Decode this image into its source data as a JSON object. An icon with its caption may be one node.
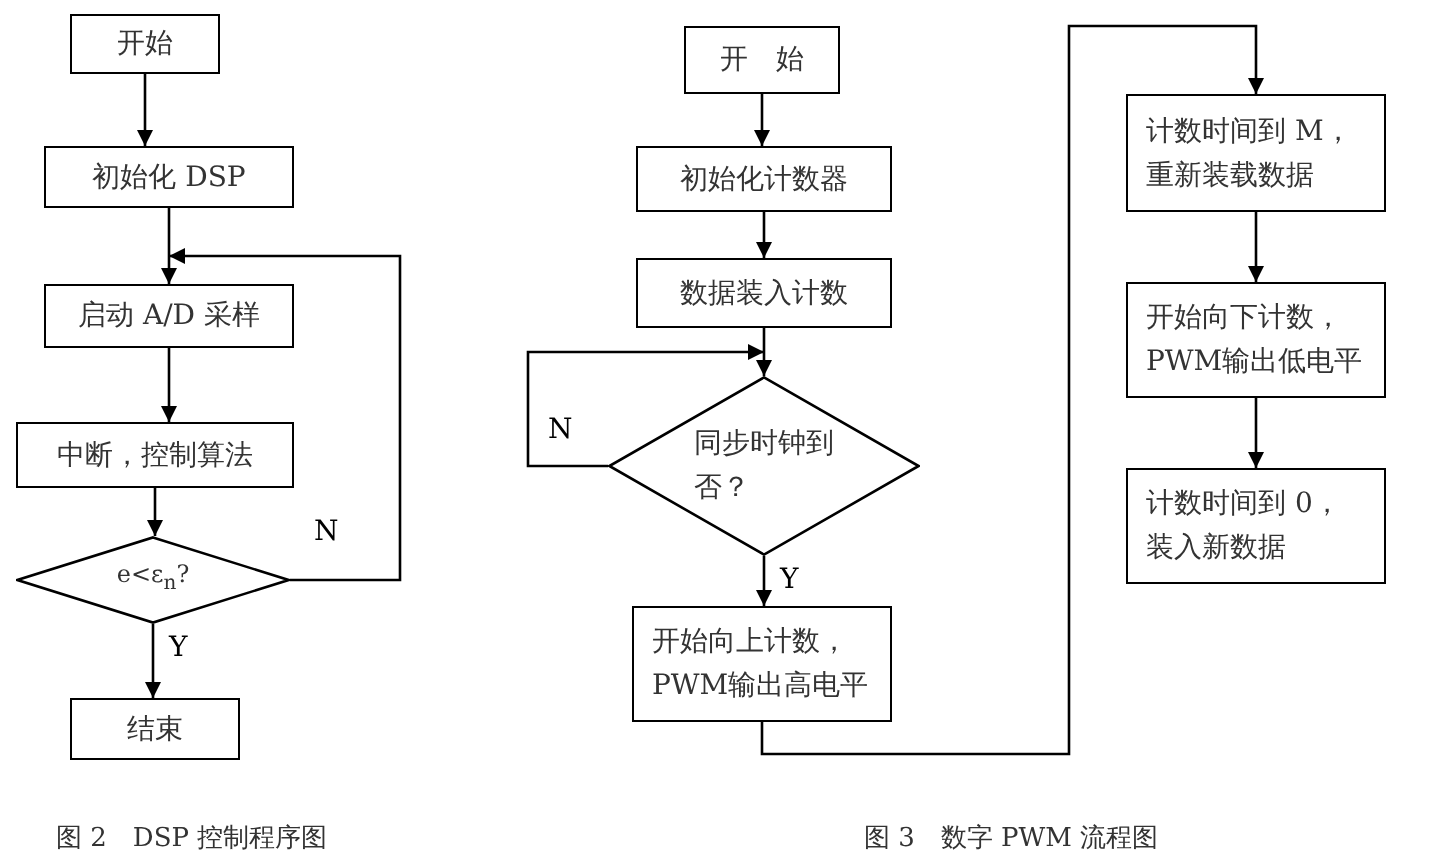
{
  "diagram": {
    "nodes": [
      {
        "text": [
          "开始"
        ]
      },
      {
        "text": [
          "初始化 DSP"
        ]
      },
      {
        "text": [
          "启动 A/D 采样"
        ]
      },
      {
        "text": [
          "中断，控制算法"
        ]
      },
      {
        "text": [
          "e<ε$_{n}$?"
        ]
      },
      {
        "text": [
          "结束"
        ]
      },
      {
        "text": [
          "开　始"
        ]
      },
      {
        "text": [
          "初始化计数器"
        ]
      },
      {
        "text": [
          "数据装入计数"
        ]
      },
      {
        "text": [
          "同步时钟到否？"
        ]
      },
      {
        "text": [
          "开始向上计数，PWM输出高电平"
        ]
      },
      {
        "text": [
          "计数时间到 M，重新装载数据"
        ]
      },
      {
        "text": [
          "开始向下计数，PWM输出低电平"
        ]
      },
      {
        "text": [
          "计数时间到 0，装入新数据"
        ]
      }
    ],
    "edges": [
      {
        "from": 0,
        "to": 1,
        "arrow": "to"
      },
      {
        "from": 1,
        "to": 2,
        "arrow": "to"
      },
      {
        "from": 2,
        "to": 3,
        "arrow": "to"
      },
      {
        "from": 3,
        "to": 4,
        "arrow": "to"
      },
      {
        "from": 4,
        "to": 2,
        "arrow": "to",
        "label": "N"
      },
      {
        "from": 4,
        "to": 5,
        "arrow": "to",
        "label": "Y"
      },
      {
        "from": 6,
        "to": 7,
        "arrow": "to"
      },
      {
        "from": 7,
        "to": 8,
        "arrow": "to"
      },
      {
        "from": 8,
        "to": 9,
        "arrow": "to"
      },
      {
        "from": 9,
        "to": 9,
        "arrow": "to",
        "label": "N"
      },
      {
        "from": 9,
        "to": 10,
        "arrow": "to",
        "label": "Y"
      },
      {
        "from": 10,
        "to": 11,
        "arrow": "to"
      },
      {
        "from": 11,
        "to": 12,
        "arrow": "to"
      },
      {
        "from": 12,
        "to": 13,
        "arrow": "to"
      }
    ],
    "labels": [
      "图 2　DSP 控制程序图",
      "图 3　数字 PWM 流程图"
    ]
  }
}
